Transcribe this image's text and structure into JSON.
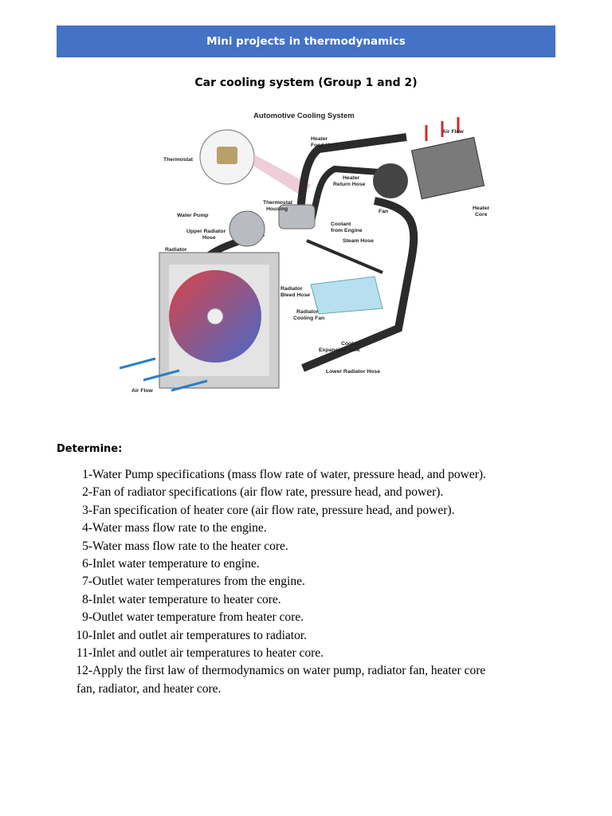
{
  "header": {
    "title": "Mini projects in thermodynamics"
  },
  "subtitle": "Car cooling system (Group 1 and 2)",
  "figure": {
    "title": "Automotive Cooling System",
    "labels": {
      "thermostat": "Thermostat",
      "heater_food_hose": [
        "Heater",
        "Food Hose"
      ],
      "air_flow_top": "Air Flow",
      "heater_return_hose": [
        "Heater",
        "Return Hose"
      ],
      "thermostat_housing": [
        "Thermostat",
        "Housing"
      ],
      "water_pump": "Water Pump",
      "upper_radiator_hose": [
        "Upper Radiator",
        "Hose"
      ],
      "coolant_from_engine": [
        "Coolant",
        "from Engine"
      ],
      "steam_hose": "Steam Hose",
      "fan": "Fan",
      "heater_core": [
        "Heater",
        "Core"
      ],
      "radiator": "Radiator",
      "radiator_bleed_hose": [
        "Radiator",
        "Bleed Hose"
      ],
      "radiator_cooling_fan": [
        "Radiator",
        "Cooling Fan"
      ],
      "coolant_expansion_tank": [
        "Coolant",
        "Expansion Tank"
      ],
      "lower_radiator_hose": "Lower Radiator Hose",
      "air_flow_bottom": "Air Flow"
    },
    "colors": {
      "hose": "#2b2b2b",
      "hot": "#d9262c",
      "cold": "#2a7fc4",
      "tank": "#b7dff0"
    }
  },
  "determine_label": "Determine:",
  "tasks": [
    {
      "num": "1-",
      "text": "Water Pump specifications (mass flow rate of water, pressure head, and power)."
    },
    {
      "num": "2-",
      "text": "Fan of radiator specifications (air flow rate, pressure head, and power)."
    },
    {
      "num": "3-",
      "text": "Fan specification of heater core (air flow rate, pressure head, and power)."
    },
    {
      "num": "4-",
      "text": "Water mass flow rate to the engine."
    },
    {
      "num": "5-",
      "text": "Water mass flow rate to the heater core."
    },
    {
      "num": "6-",
      "text": "Inlet water temperature to engine."
    },
    {
      "num": "7-",
      "text": "Outlet water temperatures from the engine."
    },
    {
      "num": "8-",
      "text": "Inlet water temperature to heater core."
    },
    {
      "num": "9-",
      "text": "Outlet water temperature from heater core."
    },
    {
      "num": "10-",
      "text": "Inlet and outlet air temperatures to radiator."
    },
    {
      "num": "11-",
      "text": "Inlet and outlet air temperatures to heater core."
    },
    {
      "num": "12-",
      "text": "Apply the first law of thermodynamics on water pump, radiator fan, heater core",
      "cont": "fan, radiator, and heater core."
    }
  ]
}
